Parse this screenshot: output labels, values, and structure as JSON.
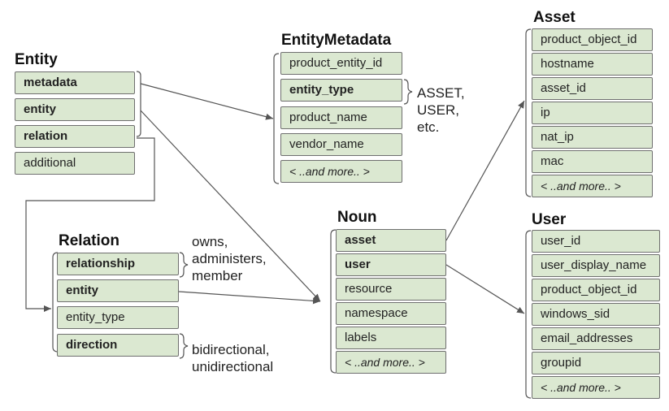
{
  "entity": {
    "title": "Entity",
    "fields": [
      "metadata",
      "entity",
      "relation",
      "additional"
    ]
  },
  "entity_metadata": {
    "title": "EntityMetadata",
    "fields": [
      "product_entity_id",
      "entity_type",
      "product_name",
      "vendor_name",
      "< ..and more.. >"
    ],
    "entity_type_values": "ASSET,\nUSER,\netc."
  },
  "relation": {
    "title": "Relation",
    "fields": [
      "relationship",
      "entity",
      "entity_type",
      "direction"
    ],
    "relationship_values": "owns,\nadministers,\nmember",
    "direction_values": "bidirectional,\nunidirectional"
  },
  "noun": {
    "title": "Noun",
    "fields": [
      "asset",
      "user",
      "resource",
      "namespace",
      "labels",
      "< ..and more.. >"
    ]
  },
  "asset": {
    "title": "Asset",
    "fields": [
      "product_object_id",
      "hostname",
      "asset_id",
      "ip",
      "nat_ip",
      "mac",
      "< ..and more.. >"
    ]
  },
  "user": {
    "title": "User",
    "fields": [
      "user_id",
      "user_display_name",
      "product_object_id",
      "windows_sid",
      "email_addresses",
      "groupid",
      "< ..and more.. >"
    ]
  },
  "colors": {
    "field_fill": "#dbe8d1",
    "field_border": "#6f6f6f",
    "line": "#555555"
  }
}
